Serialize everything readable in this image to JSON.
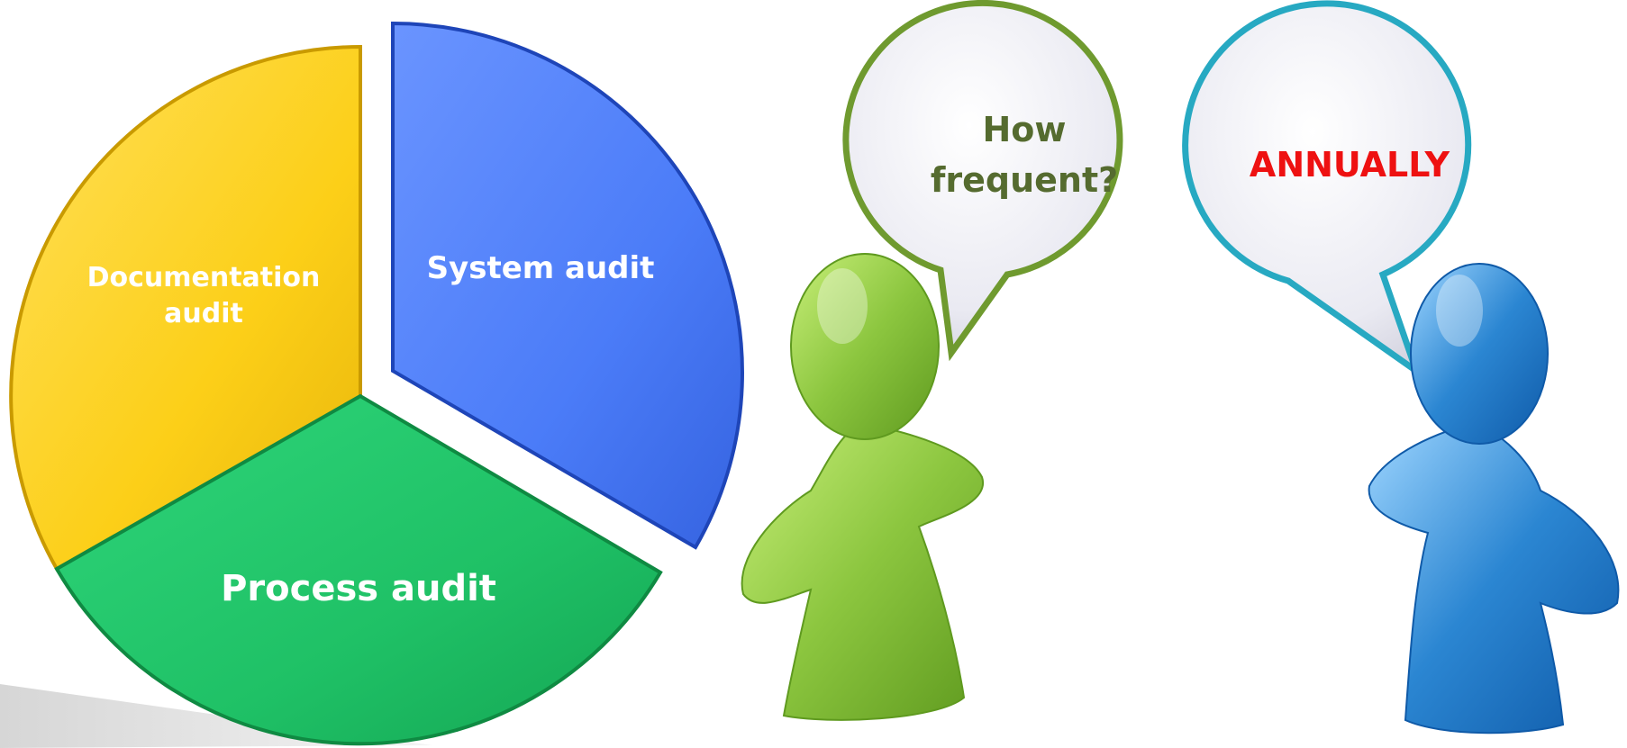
{
  "pie": {
    "segments": [
      {
        "label_lines": [
          "System audit"
        ],
        "color": "#4b7cf8"
      },
      {
        "label_lines": [
          "Process audit"
        ],
        "color": "#1fc166"
      },
      {
        "label_lines": [
          "Documentation",
          "audit"
        ],
        "color": "#fccf18"
      }
    ]
  },
  "dialogue": {
    "question": {
      "lines": [
        "How",
        "frequent?"
      ],
      "text_color": "#556b2f",
      "outline_color": "#6f9a2f"
    },
    "answer": {
      "lines": [
        "ANNUALLY"
      ],
      "text_color": "#ee1111",
      "outline_color": "#27a9c2"
    }
  },
  "figures": {
    "left_color": "#8cc63f",
    "right_color": "#2b86d2"
  }
}
